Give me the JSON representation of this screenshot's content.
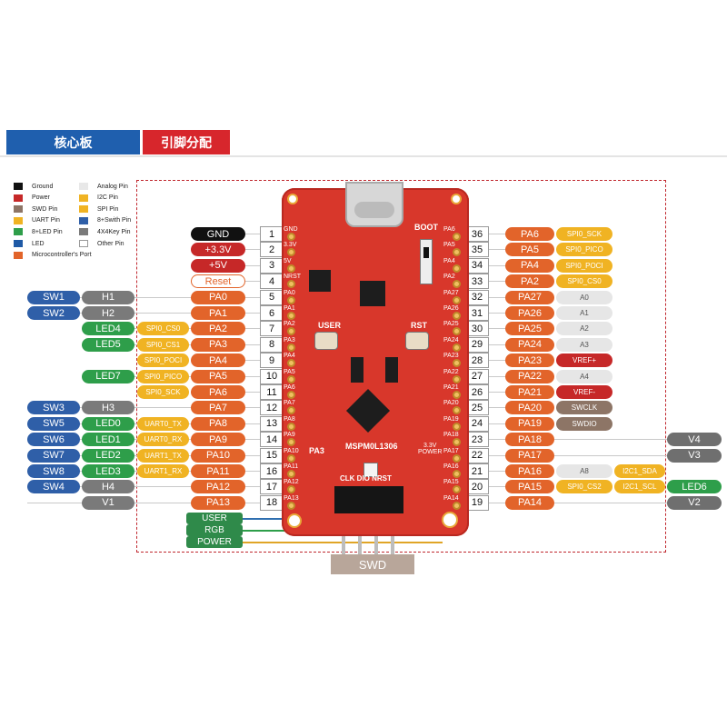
{
  "header": {
    "left": "核心板",
    "right": "引脚分配"
  },
  "legend": [
    {
      "label": "Ground",
      "color": "#111111"
    },
    {
      "label": "Power",
      "color": "#c62828"
    },
    {
      "label": "SWD Pin",
      "color": "#8d7566"
    },
    {
      "label": "UART Pin",
      "color": "#f0b323"
    },
    {
      "label": "8+LED Pin",
      "color": "#2e9e4a"
    },
    {
      "label": "LED",
      "color": "#1f5aa6"
    },
    {
      "label": "Microcontroller's Port",
      "color": "#e2642a"
    },
    {
      "label": "Analog Pin",
      "color": "#e8e8e8"
    },
    {
      "label": "I2C Pin",
      "color": "#f0b323"
    },
    {
      "label": "SPI Pin",
      "color": "#f0b323"
    },
    {
      "label": "8+Swith Pin",
      "color": "#2f5fa8"
    },
    {
      "label": "4X4Key Pin",
      "color": "#7a7a7a"
    },
    {
      "label": "Other Pin",
      "color": "#ffffff"
    }
  ],
  "left_pins": [
    {
      "num": "1",
      "port": "GND",
      "port_color": "#111111"
    },
    {
      "num": "2",
      "port": "+3.3V",
      "port_color": "#c62828"
    },
    {
      "num": "3",
      "port": "+5V",
      "port_color": "#c62828"
    },
    {
      "num": "4",
      "port": "Reset",
      "port_color": "#ffffff"
    },
    {
      "num": "5",
      "port": "PA0",
      "port_color": "#e2642a"
    },
    {
      "num": "6",
      "port": "PA1",
      "port_color": "#e2642a"
    },
    {
      "num": "7",
      "port": "PA2",
      "port_color": "#e2642a"
    },
    {
      "num": "8",
      "port": "PA3",
      "port_color": "#e2642a"
    },
    {
      "num": "9",
      "port": "PA4",
      "port_color": "#e2642a"
    },
    {
      "num": "10",
      "port": "PA5",
      "port_color": "#e2642a"
    },
    {
      "num": "11",
      "port": "PA6",
      "port_color": "#e2642a"
    },
    {
      "num": "12",
      "port": "PA7",
      "port_color": "#e2642a"
    },
    {
      "num": "13",
      "port": "PA8",
      "port_color": "#e2642a"
    },
    {
      "num": "14",
      "port": "PA9",
      "port_color": "#e2642a"
    },
    {
      "num": "15",
      "port": "PA10",
      "port_color": "#e2642a"
    },
    {
      "num": "16",
      "port": "PA11",
      "port_color": "#e2642a"
    },
    {
      "num": "17",
      "port": "PA12",
      "port_color": "#e2642a"
    },
    {
      "num": "18",
      "port": "PA13",
      "port_color": "#e2642a"
    }
  ],
  "left_func": [
    {
      "row": 5,
      "a": "SW1",
      "b": "H1"
    },
    {
      "row": 6,
      "a": "SW2",
      "b": "H2"
    },
    {
      "row": 7,
      "g": "LED4",
      "f": "SPI0_CS0"
    },
    {
      "row": 8,
      "g": "LED5",
      "f": "SPI0_CS1"
    },
    {
      "row": 9,
      "f": "SPI0_POCI"
    },
    {
      "row": 10,
      "g": "LED7",
      "f": "SPI0_PICO"
    },
    {
      "row": 11,
      "f": "SPI0_SCK"
    },
    {
      "row": 12,
      "a": "SW3",
      "b": "H3"
    },
    {
      "row": 13,
      "a": "SW5",
      "c": "LED0",
      "f": "UART0_TX"
    },
    {
      "row": 14,
      "a": "SW6",
      "c": "LED1",
      "f": "UART0_RX"
    },
    {
      "row": 15,
      "a": "SW7",
      "c": "LED2",
      "f": "UART1_TX"
    },
    {
      "row": 16,
      "a": "SW8",
      "c": "LED3",
      "f": "UART1_RX"
    },
    {
      "row": 17,
      "a": "SW4",
      "b": "H4"
    },
    {
      "row": 18,
      "b": "V1"
    }
  ],
  "right_pins": [
    {
      "num": "36",
      "port": "PA6",
      "func": "SPI0_SCK",
      "func_color": "#f0b323"
    },
    {
      "num": "35",
      "port": "PA5",
      "func": "SPI0_PICO",
      "func_color": "#f0b323"
    },
    {
      "num": "34",
      "port": "PA4",
      "func": "SPI0_POCI",
      "func_color": "#f0b323"
    },
    {
      "num": "33",
      "port": "PA2",
      "func": "SPI0_CS0",
      "func_color": "#f0b323"
    },
    {
      "num": "32",
      "port": "PA27",
      "func": "A0",
      "func_color": "#e6e6e6"
    },
    {
      "num": "31",
      "port": "PA26",
      "func": "A1",
      "func_color": "#e6e6e6"
    },
    {
      "num": "30",
      "port": "PA25",
      "func": "A2",
      "func_color": "#e6e6e6"
    },
    {
      "num": "29",
      "port": "PA24",
      "func": "A3",
      "func_color": "#e6e6e6"
    },
    {
      "num": "28",
      "port": "PA23",
      "func": "VREF+",
      "func_color": "#c62828"
    },
    {
      "num": "27",
      "port": "PA22",
      "func": "A4",
      "func_color": "#e6e6e6"
    },
    {
      "num": "26",
      "port": "PA21",
      "func": "VREF-",
      "func_color": "#c62828"
    },
    {
      "num": "25",
      "port": "PA20",
      "func": "SWCLK",
      "func_color": "#8d7566"
    },
    {
      "num": "24",
      "port": "PA19",
      "func": "SWDIO",
      "func_color": "#8d7566"
    },
    {
      "num": "23",
      "port": "PA18",
      "func": "",
      "func_color": ""
    },
    {
      "num": "22",
      "port": "PA17",
      "func": "",
      "func_color": ""
    },
    {
      "num": "21",
      "port": "PA16",
      "func": "A8",
      "func_color": "#e6e6e6"
    },
    {
      "num": "20",
      "port": "PA15",
      "func": "SPI0_CS2",
      "func_color": "#f0b323"
    },
    {
      "num": "19",
      "port": "PA14",
      "func": "",
      "func_color": ""
    }
  ],
  "right_extra": [
    {
      "row": 23,
      "ext": "V4"
    },
    {
      "row": 22,
      "ext": "V3"
    },
    {
      "row": 21,
      "i2c": "I2C1_SDA"
    },
    {
      "row": 20,
      "i2c": "I2C1_SCL",
      "led": "LED6"
    },
    {
      "row": 19,
      "ext": "V2"
    }
  ],
  "bottom_labels": [
    {
      "label": "USER",
      "color": "#2f8a4a"
    },
    {
      "label": "RGB",
      "color": "#2f8a4a"
    },
    {
      "label": "POWER",
      "color": "#2f8a4a"
    }
  ],
  "swd": "SWD",
  "board_silk": {
    "boot": "BOOT",
    "user": "USER",
    "rst": "RST",
    "mcu": "MSPM0L1306",
    "pa3": "PA3",
    "power": "3.3V\nPOWER",
    "hdr": "CLK DIO NRST",
    "left_pins": [
      "GND",
      "3.3V",
      "5V",
      "NRST",
      "PA0",
      "PA1",
      "PA2",
      "PA3",
      "PA4",
      "PA5",
      "PA6",
      "PA7",
      "PA8",
      "PA9",
      "PA10",
      "PA11",
      "PA12",
      "PA13"
    ],
    "right_pins": [
      "PA6",
      "PA5",
      "PA4",
      "PA2",
      "PA27",
      "PA26",
      "PA25",
      "PA24",
      "PA23",
      "PA22",
      "PA21",
      "PA20",
      "PA19",
      "PA18",
      "PA17",
      "PA16",
      "PA15",
      "PA14"
    ]
  }
}
